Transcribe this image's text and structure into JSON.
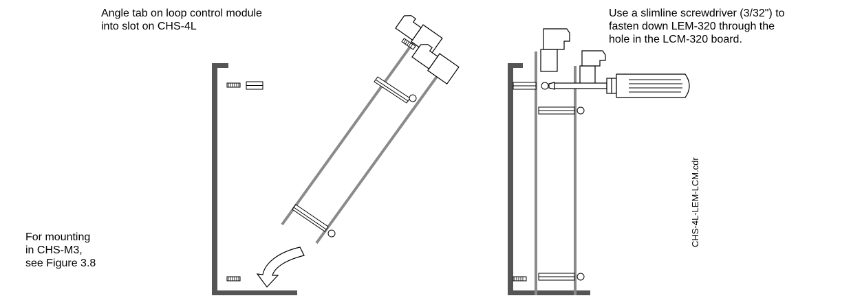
{
  "captions": {
    "angle_tab": "Angle tab on loop control module\ninto slot on CHS-4L",
    "screwdriver": "Use a slimline screwdriver (3/32\") to\nfasten down LEM-320 through the\nhole in the LCM-320 board.",
    "mounting": "For mounting\nin CHS-M3,\nsee Figure 3.8"
  },
  "file_name": "CHS-4L-LEM-LCM.cdr",
  "colors": {
    "chassis": "#555555",
    "board": "#8a8a8a",
    "line": "#000000"
  }
}
